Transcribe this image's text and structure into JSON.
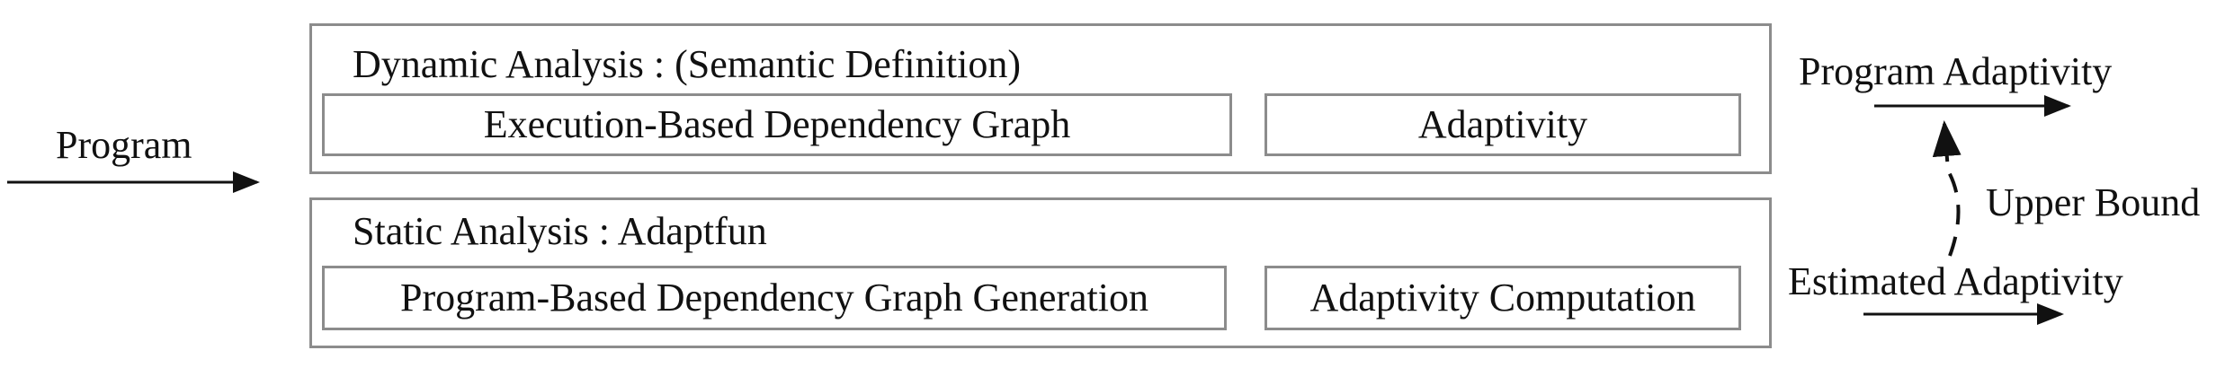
{
  "input": {
    "label": "Program"
  },
  "dynamic_analysis": {
    "title": "Dynamic Analysis : (Semantic Definition)",
    "components": [
      {
        "label": "Execution-Based Dependency Graph"
      },
      {
        "label": "Adaptivity"
      }
    ]
  },
  "static_analysis": {
    "title": "Static Analysis : Adaptfun",
    "components": [
      {
        "label": "Program-Based Dependency Graph Generation"
      },
      {
        "label": "Adaptivity Computation"
      }
    ]
  },
  "outputs": {
    "program_adaptivity": "Program Adaptivity",
    "estimated_adaptivity": "Estimated Adaptivity",
    "relation": "Upper Bound"
  }
}
